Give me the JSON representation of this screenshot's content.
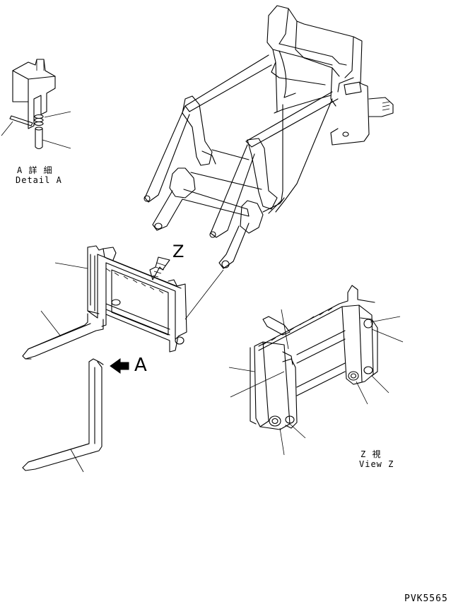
{
  "labels": {
    "detail_a_jp": "A 詳 細",
    "detail_a_en": "Detail A",
    "view_z_jp": "Z  視",
    "view_z_en": "View Z",
    "arrow_z": "Z",
    "arrow_a": "A",
    "drawing_code": "PVK5565"
  }
}
